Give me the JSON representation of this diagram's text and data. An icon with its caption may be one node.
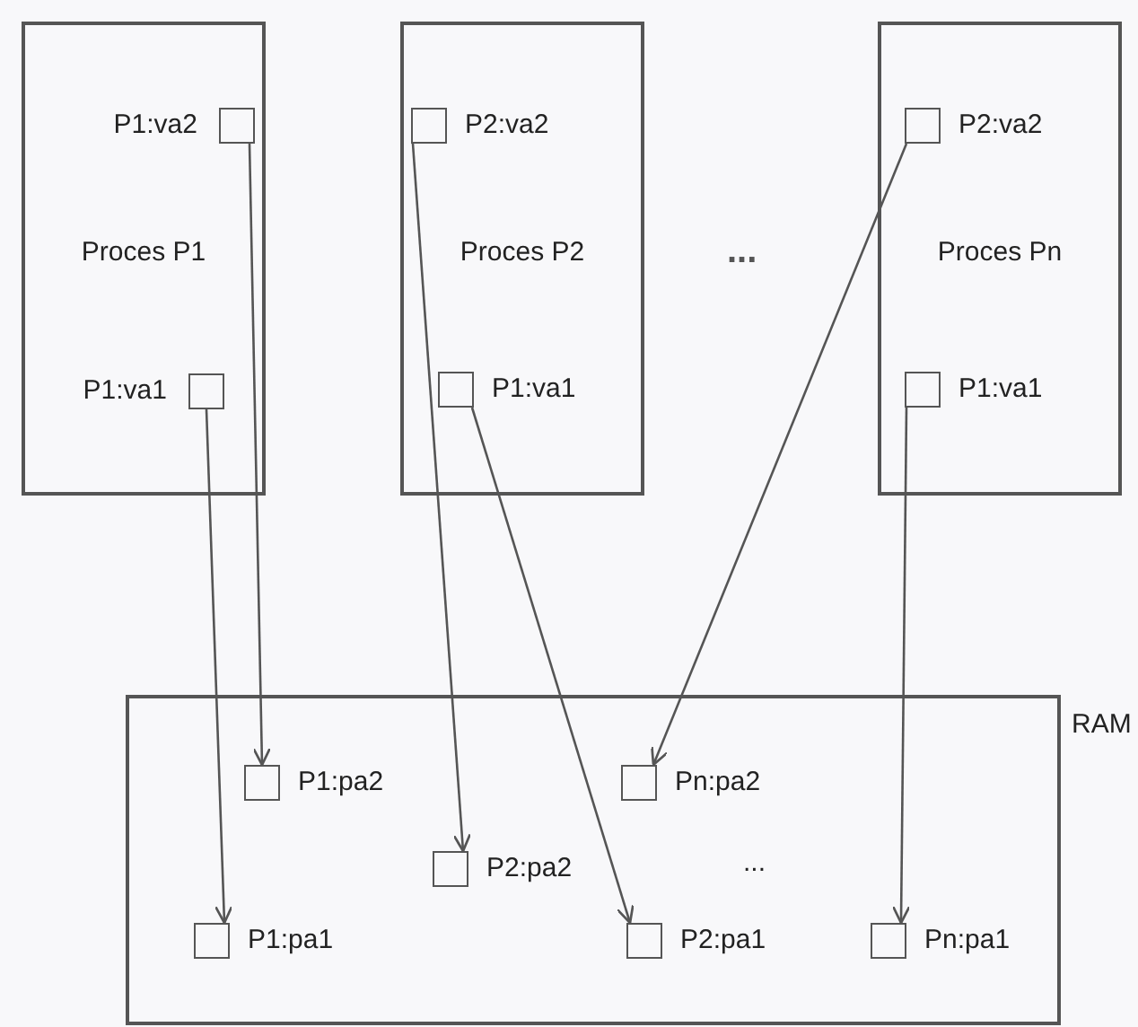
{
  "diagram": {
    "nodes": [
      {
        "text": [
          "Proces P1"
        ]
      },
      {
        "text": [],
        "shape": "box",
        "beside": [
          "P1:va2"
        ],
        "in": 0
      },
      {
        "text": [],
        "shape": "box",
        "beside": [
          "P1:va1"
        ],
        "in": 0
      },
      {
        "text": [
          "Proces P2"
        ]
      },
      {
        "text": [],
        "shape": "box",
        "beside": [
          "P2:va2"
        ],
        "in": 3
      },
      {
        "text": [],
        "shape": "box",
        "beside": [
          "P1:va1"
        ],
        "in": 3
      },
      {
        "text": [
          "Proces Pn"
        ]
      },
      {
        "text": [],
        "shape": "box",
        "beside": [
          "P2:va2"
        ],
        "in": 6
      },
      {
        "text": [],
        "shape": "box",
        "beside": [
          "P1:va1"
        ],
        "in": 6
      },
      {
        "text": [
          "RAM"
        ]
      },
      {
        "text": [],
        "shape": "box",
        "beside": [
          "P1:pa2"
        ],
        "in": 9
      },
      {
        "text": [],
        "shape": "box",
        "beside": [
          "Pn:pa2"
        ],
        "in": 9
      },
      {
        "text": [],
        "shape": "box",
        "beside": [
          "P2:pa2"
        ],
        "in": 9
      },
      {
        "text": [],
        "shape": "box",
        "beside": [
          "P1:pa1"
        ],
        "in": 9
      },
      {
        "text": [],
        "shape": "box",
        "beside": [
          "P2:pa1"
        ],
        "in": 9
      },
      {
        "text": [],
        "shape": "box",
        "beside": [
          "Pn:pa1"
        ],
        "in": 9
      }
    ],
    "edges": [
      {
        "from": 1,
        "to": 10,
        "arrow": "to"
      },
      {
        "from": 2,
        "to": 13,
        "arrow": "to"
      },
      {
        "from": 4,
        "to": 12,
        "arrow": "to"
      },
      {
        "from": 5,
        "to": 14,
        "arrow": "to"
      },
      {
        "from": 7,
        "to": 11,
        "arrow": "to"
      },
      {
        "from": 8,
        "to": 15,
        "arrow": "to"
      }
    ],
    "labels": [
      "...",
      "..."
    ]
  }
}
